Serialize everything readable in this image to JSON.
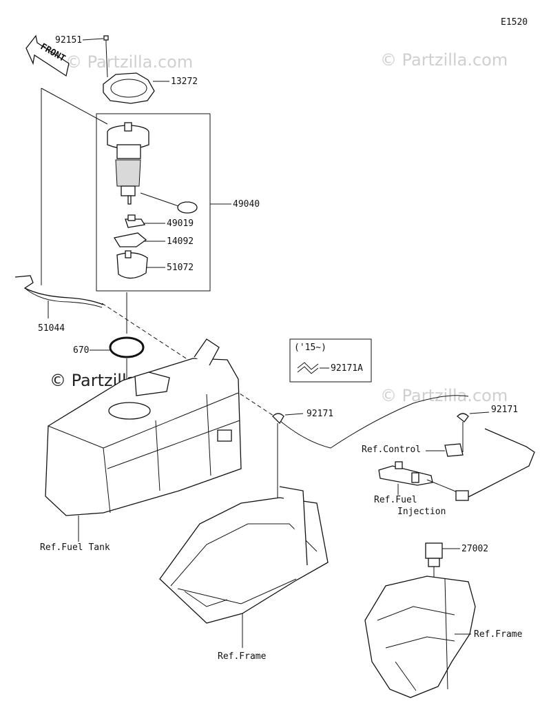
{
  "diagram_code": "E1520",
  "front_arrow_text": "FRONT",
  "watermarks": [
    "© Partzilla.com",
    "© Partzilla.com",
    "© Partzilla.com",
    "© Partzilla.com"
  ],
  "part_numbers": {
    "p92151": "92151",
    "p13272": "13272",
    "p49040": "49040",
    "p49019": "49019",
    "p14092": "14092",
    "p51072": "51072",
    "p51044": "51044",
    "p670": "670",
    "p92171a": "92171A",
    "p92171_mid": "92171",
    "p92171_right": "92171",
    "p27002": "27002"
  },
  "inset_year": "('15~)",
  "references": {
    "control": "Ref.Control",
    "fuel_injection_1": "Ref.Fuel",
    "fuel_injection_2": "Injection",
    "fuel_tank": "Ref.Fuel Tank",
    "frame_bottom": "Ref.Frame",
    "frame_right": "Ref.Frame"
  }
}
